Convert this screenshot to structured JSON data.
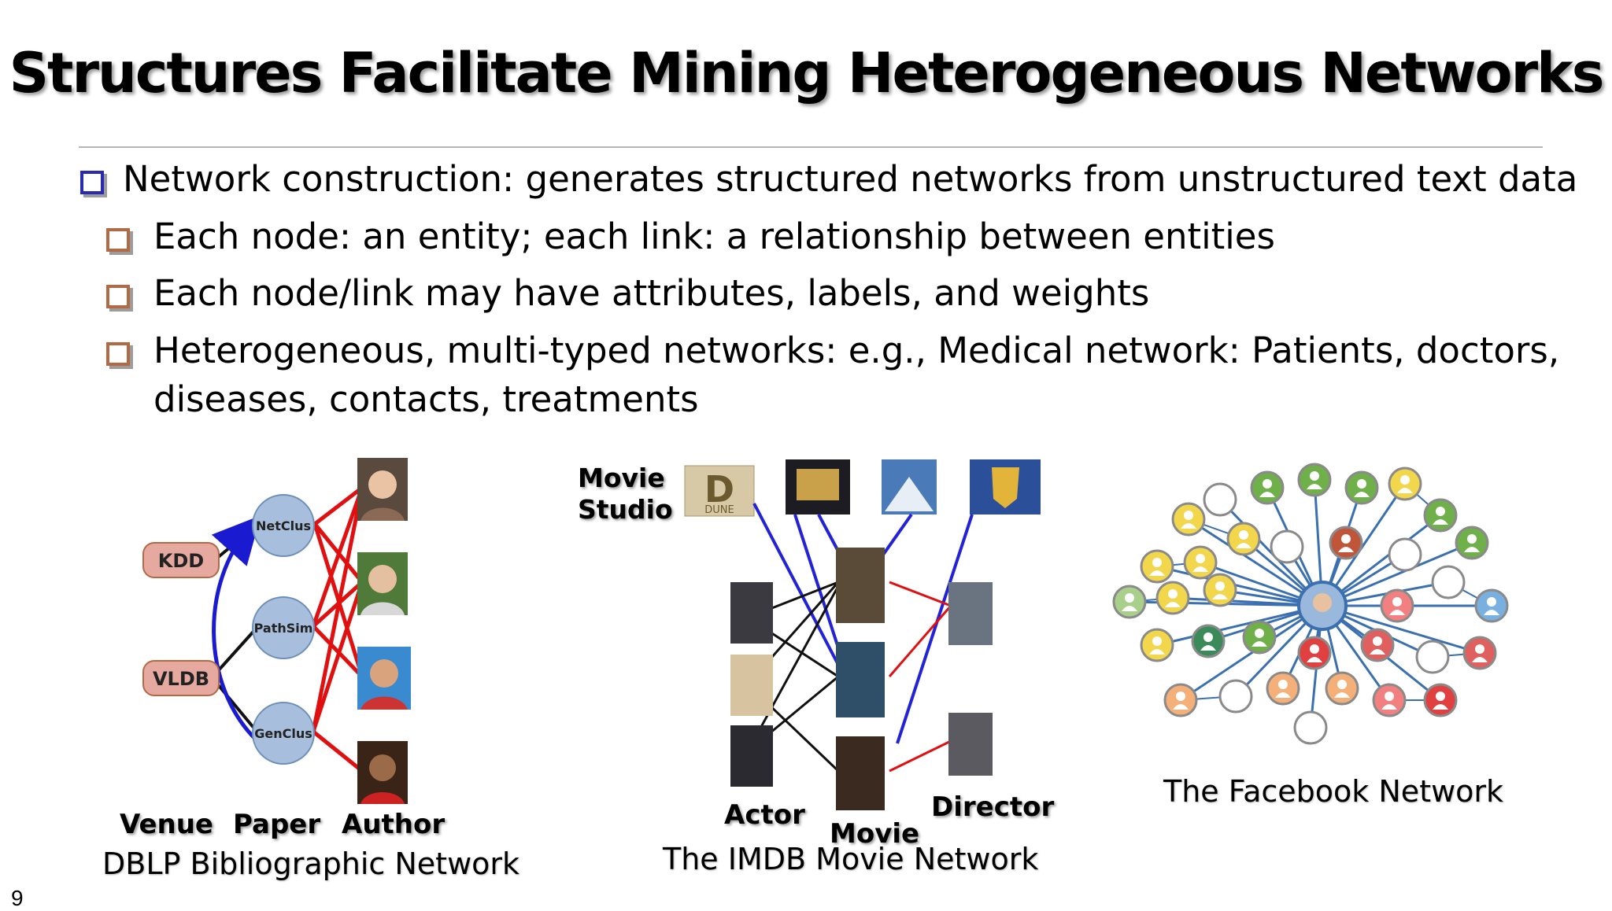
{
  "slide": {
    "title": "Structures Facilitate Mining Heterogeneous Networks",
    "page_number": "9"
  },
  "bullets": [
    {
      "level": 1,
      "text": "Network construction: generates structured networks from unstructured text data"
    },
    {
      "level": 2,
      "text": "Each node: an entity; each link: a relationship between entities"
    },
    {
      "level": 2,
      "text": "Each node/link may have attributes, labels, and weights"
    },
    {
      "level": 2,
      "text": "Heterogeneous, multi-typed networks:  e.g., Medical network: Patients, doctors,",
      "continuation": "diseases, contacts, treatments"
    }
  ],
  "dblp": {
    "venues": [
      "KDD",
      "VLDB"
    ],
    "papers": [
      "NetClus",
      "PathSim",
      "GenClus"
    ],
    "column_labels": {
      "venue": "Venue",
      "paper": "Paper",
      "author": "Author"
    },
    "caption": "DBLP Bibliographic Network",
    "colors": {
      "venue_fill": "#e6a9a0",
      "paper_fill": "#a7bfdc",
      "author_link": "#e01010",
      "venue_link": "#1a1ad0"
    }
  },
  "imdb": {
    "labels": {
      "studio": "Movie",
      "studio2": "Studio",
      "actor": "Actor",
      "movie": "Movie",
      "director": "Director"
    },
    "studio_logos": [
      "DUNE"
    ],
    "caption": "The IMDB Movie Network"
  },
  "facebook": {
    "caption": "The Facebook Network"
  }
}
